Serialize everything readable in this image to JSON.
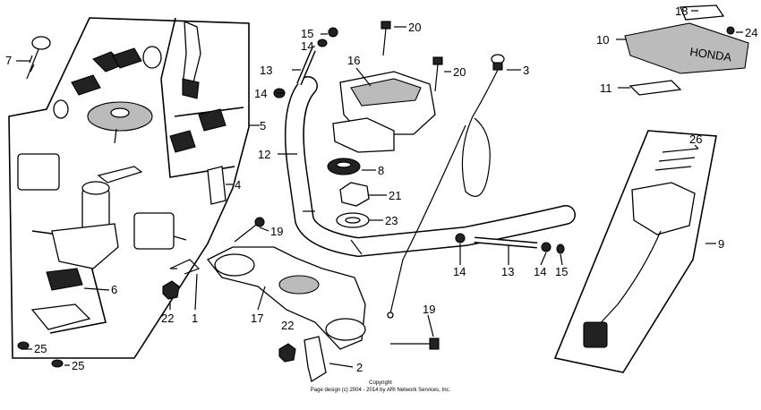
{
  "diagram": {
    "callouts": [
      "1",
      "2",
      "3",
      "4",
      "5",
      "6",
      "7",
      "8",
      "9",
      "10",
      "11",
      "12",
      "13",
      "13",
      "14",
      "14",
      "14",
      "14",
      "15",
      "15",
      "16",
      "17",
      "18",
      "19",
      "19",
      "20",
      "20",
      "21",
      "22",
      "22",
      "23",
      "24",
      "25",
      "25",
      "26"
    ],
    "logo_text": "HONDA",
    "footer": {
      "line1": "Copyright",
      "line2": "Page design (c) 2004 - 2014 by ARI Network Services, Inc."
    }
  }
}
